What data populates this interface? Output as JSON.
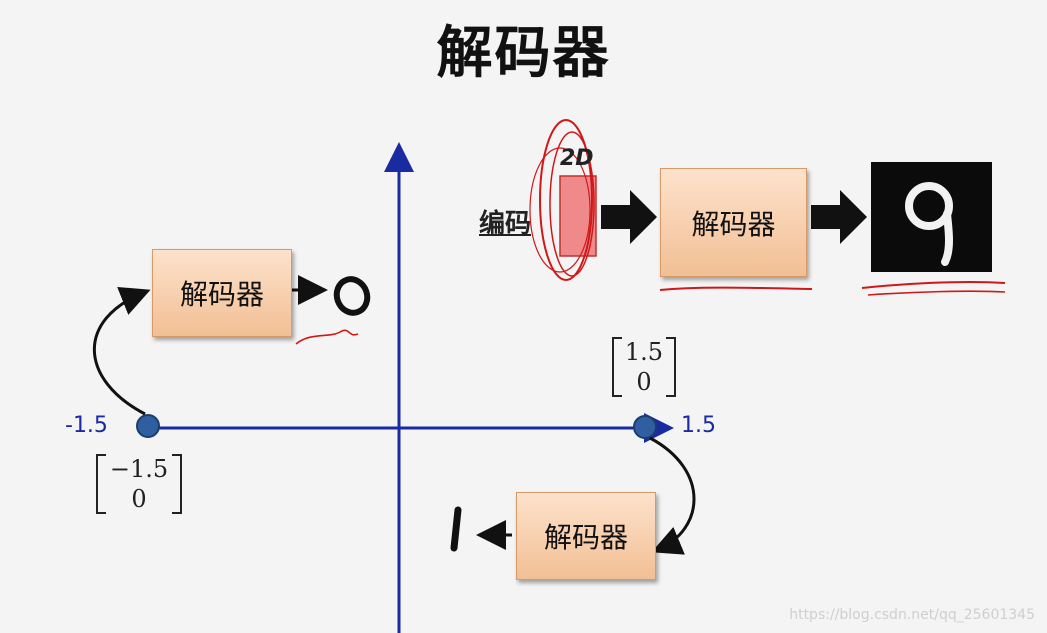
{
  "title": "解码器",
  "encoder_label": "编码",
  "latent_label": "2D",
  "decoder_label": "解码器",
  "axis_labels": {
    "neg": "-1.5",
    "pos": "1.5"
  },
  "vectors": {
    "right": {
      "top": "1.5",
      "bottom": "0"
    },
    "left": {
      "top": "−1.5",
      "bottom": "0"
    }
  },
  "digits": [
    "0",
    "1",
    "9"
  ],
  "watermark": "https://blog.csdn.net/qq_25601345",
  "colors": {
    "axis": "#1a2aa0",
    "point": "#2f5fa0",
    "box_top": "#fde2cc",
    "box_bottom": "#f2bf94",
    "annotation_red": "#d01818",
    "latent_fill": "#f08a8a"
  }
}
